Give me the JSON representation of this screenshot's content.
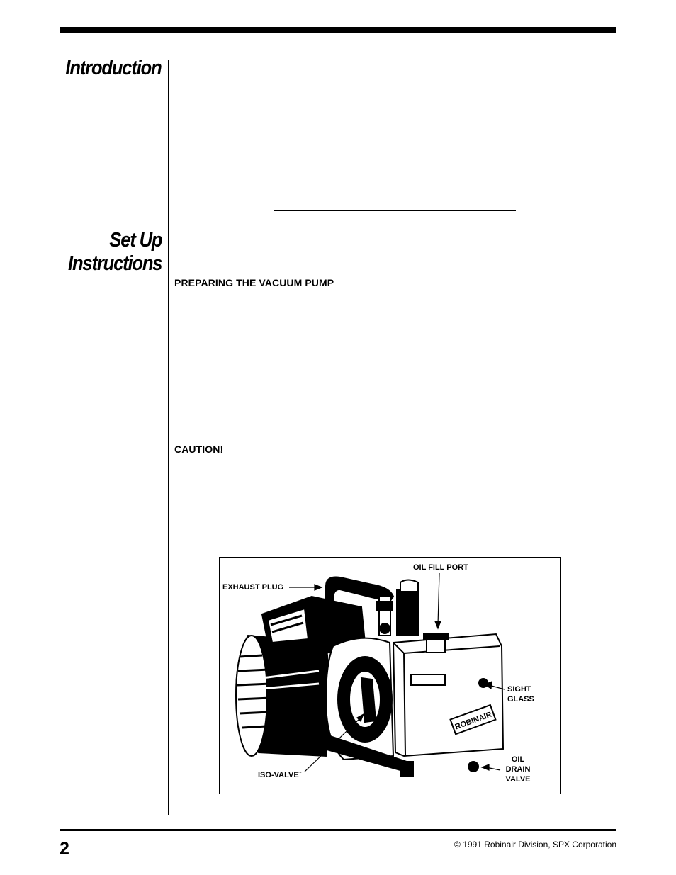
{
  "headings": {
    "introduction": "Introduction",
    "setup_line1": "Set Up",
    "setup_line2": "Instructions"
  },
  "subheadings": {
    "preparing": "PREPARING THE VACUUM PUMP",
    "caution": "CAUTION!"
  },
  "figure": {
    "callouts": {
      "oil_fill_port": "OIL FILL PORT",
      "exhaust_plug": "EXHAUST PLUG",
      "sight_line1": "SIGHT",
      "sight_line2": "GLASS",
      "drain_line1": "OIL",
      "drain_line2": "DRAIN",
      "drain_line3": "VALVE",
      "iso_valve": "ISO-VALVE˜"
    },
    "brand_mark": "ROBINAIR"
  },
  "footer": {
    "page_number": "2",
    "copyright": "© 1991 Robinair Division, SPX Corporation"
  }
}
